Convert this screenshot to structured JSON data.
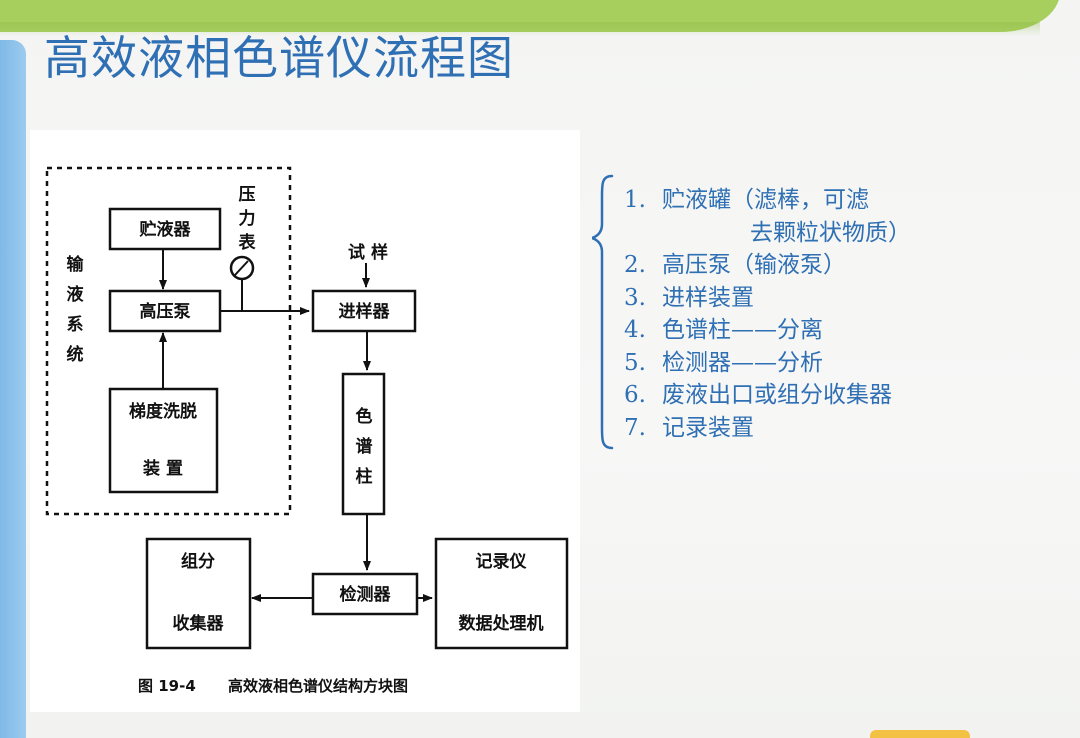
{
  "title": "高效液相色谱仪流程图",
  "diagram": {
    "system_label": "输液系统",
    "pressure_gauge_label": "压力表",
    "sample_label": "试 样",
    "nodes": {
      "reservoir": "贮液器",
      "pump": "高压泵",
      "gradient_line1": "梯度洗脱",
      "gradient_line2": "装 置",
      "injector": "进样器",
      "column": "色谱柱",
      "detector": "检测器",
      "collector_line1": "组分",
      "collector_line2": "收集器",
      "recorder_line1": "记录仪",
      "recorder_line2": "数据处理机"
    },
    "caption_number": "图 19-4",
    "caption_text": "高效液相色谱仪结构方块图"
  },
  "components_list": [
    {
      "num": "1.",
      "text": "贮液罐（滤棒，可滤",
      "cont": "去颗粒状物质）"
    },
    {
      "num": "2.",
      "text": "高压泵（输液泵）"
    },
    {
      "num": "3.",
      "text": "进样装置"
    },
    {
      "num": "4.",
      "text": "色谱柱——分离"
    },
    {
      "num": "5.",
      "text": "检测器——分析"
    },
    {
      "num": "6.",
      "text": "废液出口或组分收集器"
    },
    {
      "num": "7.",
      "text": "记录装置"
    }
  ],
  "colors": {
    "title": "#2f6fb4",
    "list_text": "#2f6fb4",
    "top_band": "#a6cf5e",
    "left_bar": "#8cc2ea"
  }
}
